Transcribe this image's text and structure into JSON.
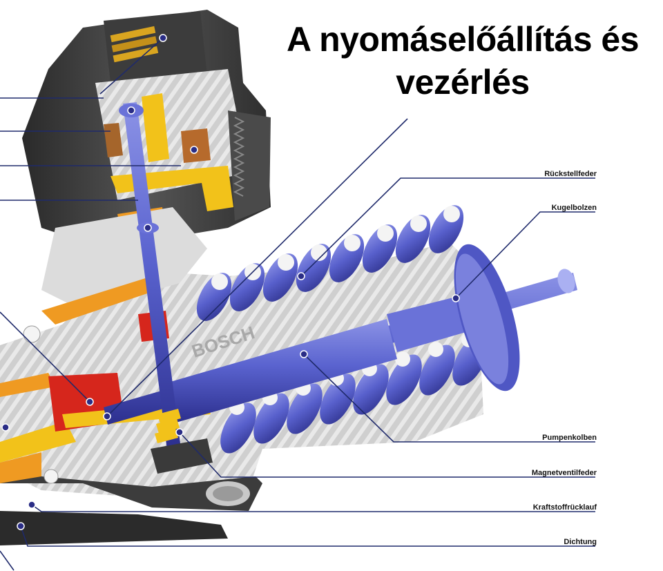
{
  "title": {
    "line1": "A nyomáselőállítás és",
    "line2": "vezérlés"
  },
  "brand": "BOSCH",
  "labels": {
    "rueckstellfeder": "Rückstellfeder",
    "kugelbolzen": "Kugelbolzen",
    "pumpenkolben": "Pumpenkolben",
    "magnetventilfeder": "Magnetventilfeder",
    "kraftstoffruecklauf": "Kraftstoffrücklauf",
    "dichtung": "Dichtung"
  },
  "colors": {
    "steel_blue": "#5a63cf",
    "steel_blue_dark": "#2c2f8e",
    "housing_gray": "#c9c9c9",
    "housing_dark": "#3a3a3a",
    "yellow": "#f2c21a",
    "orange": "#ef9a22",
    "red": "#d6261c",
    "leader_line": "#1f2a6b"
  }
}
